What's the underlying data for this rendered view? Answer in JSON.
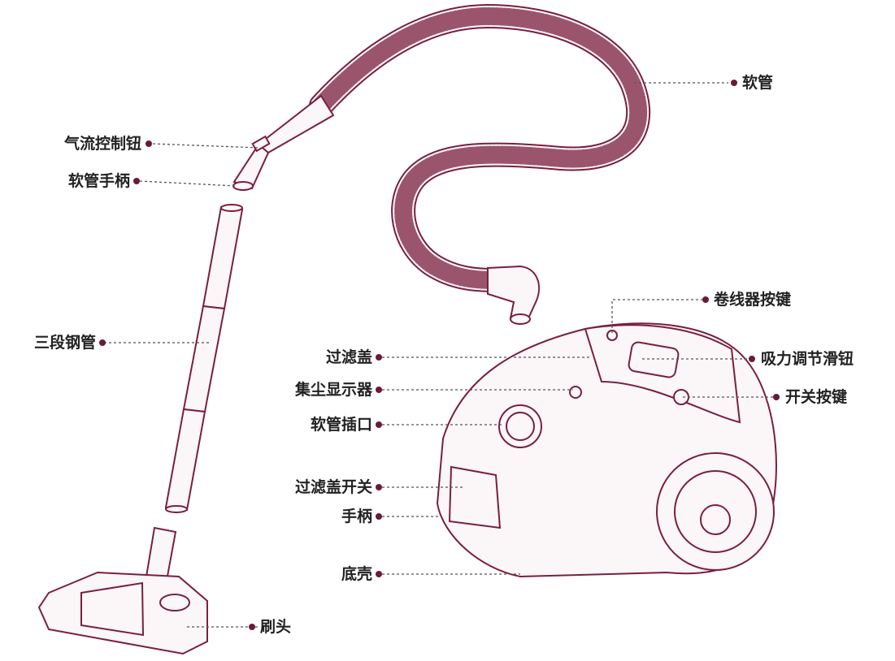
{
  "colors": {
    "line": "#7a1f3d",
    "fill": "#fbf6f8",
    "dot": "#6b1a33",
    "text": "#222222"
  },
  "labels": {
    "hose": "软管",
    "airflow_control": "气流控制钮",
    "hose_handle": "软管手柄",
    "three_section_tube": "三段钢管",
    "brush_head": "刷头",
    "cord_reel_button": "卷线器按键",
    "filter_cover": "过滤盖",
    "suction_slider": "吸力调节滑钮",
    "dust_indicator": "集尘显示器",
    "power_button": "开关按键",
    "hose_inlet": "软管插口",
    "filter_cover_switch": "过滤盖开关",
    "handle": "手柄",
    "bottom_shell": "底壳"
  }
}
